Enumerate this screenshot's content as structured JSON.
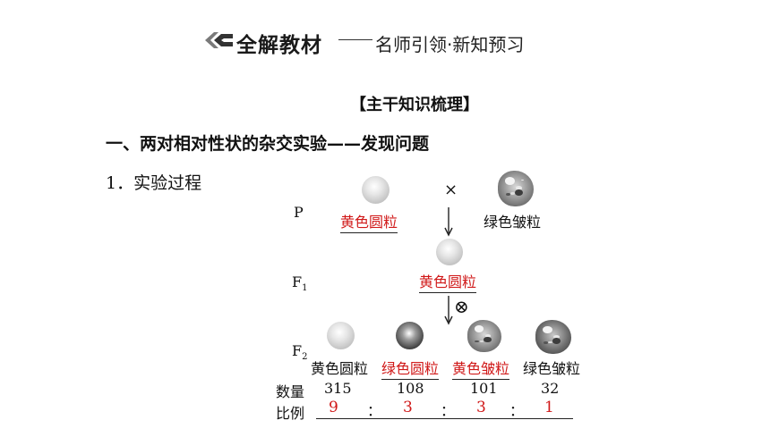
{
  "header": {
    "logo_icon": "double-chevron-logo-icon",
    "title": "全解教材",
    "subtitle": "名师引领·新知预习"
  },
  "section_heading": "【主干知识梳理】",
  "part_heading": "一、两对相对性状的杂交实验——发现问题",
  "step_heading": "1．实验过程",
  "diagram": {
    "generations": {
      "p": "P",
      "f1": "F",
      "f1_sub": "1",
      "f2": "F",
      "f2_sub": "2"
    },
    "cross_symbol": "×",
    "selfing_symbol": "⊗",
    "p_parents": [
      "黄色圆粒",
      "绿色皱粒"
    ],
    "f1_label": "黄色圆粒",
    "f2_labels": [
      "黄色圆粒",
      "绿色圆粒",
      "黄色皱粒",
      "绿色皱粒"
    ],
    "count_label": "数量",
    "counts": [
      "315",
      "108",
      "101",
      "32"
    ],
    "ratio_label": "比例",
    "ratio": [
      "9",
      "3",
      "3",
      "1"
    ],
    "ratio_separator": "："
  },
  "colors": {
    "emphasis": "#d01818",
    "text": "#111111"
  }
}
